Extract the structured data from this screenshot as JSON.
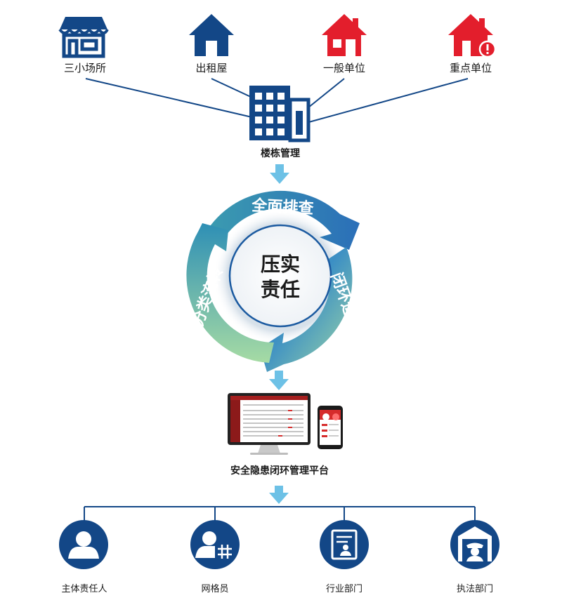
{
  "top_sources": [
    {
      "label": "三小场所",
      "icon": "storefront-icon"
    },
    {
      "label": "出租屋",
      "icon": "house-icon"
    },
    {
      "label": "一般单位",
      "icon": "house-icon"
    },
    {
      "label": "重点单位",
      "icon": "house-alert-icon"
    }
  ],
  "building": {
    "label": "楼栋管理",
    "icon": "office-building-icon"
  },
  "cycle": {
    "center_line1": "压实",
    "center_line2": "责任",
    "segments": [
      "全面排查",
      "闭环运行",
      "分类流转"
    ]
  },
  "platform": {
    "label": "安全隐患闭环管理平台",
    "icon": "monitor-and-phone-icon"
  },
  "roles": [
    {
      "label": "主体责任人",
      "icon": "person-icon"
    },
    {
      "label": "网格员",
      "icon": "grid-worker-icon"
    },
    {
      "label": "行业部门",
      "icon": "document-badge-icon"
    },
    {
      "label": "执法部门",
      "icon": "police-officer-icon"
    }
  ],
  "colors": {
    "navy": "#134787",
    "red": "#e31e2c",
    "arrow": "#6dc1e6",
    "ring_teal": "#3aa6a2",
    "ring_green": "#8ccf9c",
    "ring_blue": "#2a7fbf"
  }
}
